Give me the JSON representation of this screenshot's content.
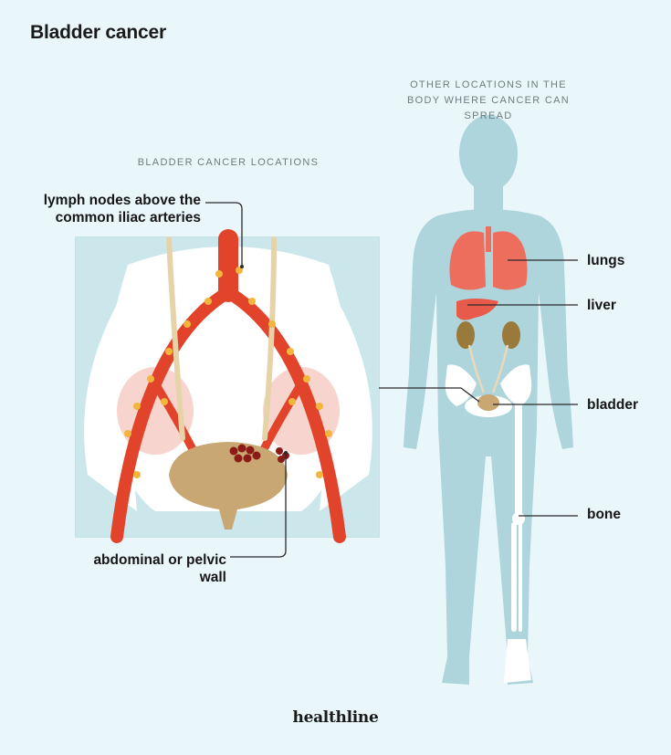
{
  "title": "Bladder cancer",
  "captions": {
    "other_locations": "OTHER LOCATIONS IN THE BODY WHERE CANCER CAN SPREAD",
    "bladder_locations": "BLADDER CANCER LOCATIONS"
  },
  "labels": {
    "lymph_nodes": "lymph nodes above the common iliac arteries",
    "abdominal_wall": "abdominal or pelvic wall",
    "lungs": "lungs",
    "liver": "liver",
    "bladder": "bladder",
    "bone": "bone"
  },
  "brand": "healthline",
  "colors": {
    "background": "#eaf7fa",
    "body": "#aed4dc",
    "artery": "#e2442b",
    "lymph_node": "#f2b63c",
    "bladder": "#c8a773",
    "tumor": "#8c1a17",
    "lungs": "#ee6e5e",
    "liver": "#e85a4a",
    "kidney": "#9a7a3a",
    "bone": "#ffffff"
  }
}
